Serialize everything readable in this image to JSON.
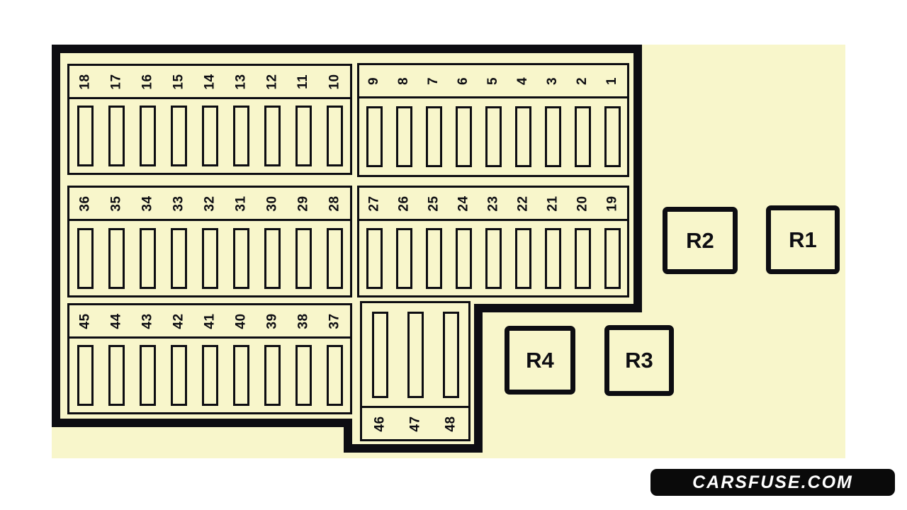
{
  "colors": {
    "page_bg": "#ffffff",
    "panel_bg": "#f8f6cb",
    "line_color": "#0d0d12",
    "watermark_bg": "#0a0a0a",
    "watermark_text": "#ffffff"
  },
  "fuse_groups": [
    {
      "id": "top-left",
      "labels": [
        "18",
        "17",
        "16",
        "15",
        "14",
        "13",
        "12",
        "11",
        "10"
      ],
      "label_position": "top"
    },
    {
      "id": "top-right",
      "labels": [
        "9",
        "8",
        "7",
        "6",
        "5",
        "4",
        "3",
        "2",
        "1"
      ],
      "label_position": "top"
    },
    {
      "id": "middle-left",
      "labels": [
        "36",
        "35",
        "34",
        "33",
        "32",
        "31",
        "30",
        "29",
        "28"
      ],
      "label_position": "top"
    },
    {
      "id": "middle-right",
      "labels": [
        "27",
        "26",
        "25",
        "24",
        "23",
        "22",
        "21",
        "20",
        "19"
      ],
      "label_position": "top"
    },
    {
      "id": "bottom-left",
      "labels": [
        "45",
        "44",
        "43",
        "42",
        "41",
        "40",
        "39",
        "38",
        "37"
      ],
      "label_position": "top"
    },
    {
      "id": "auxiliary",
      "labels": [
        "46",
        "47",
        "48"
      ],
      "label_position": "bottom"
    }
  ],
  "relays": [
    {
      "id": "relay-r2",
      "label": "R2"
    },
    {
      "id": "relay-r1",
      "label": "R1"
    },
    {
      "id": "relay-r4",
      "label": "R4"
    },
    {
      "id": "relay-r3",
      "label": "R3"
    }
  ],
  "watermark": {
    "text": "CARSFUSE.COM"
  }
}
